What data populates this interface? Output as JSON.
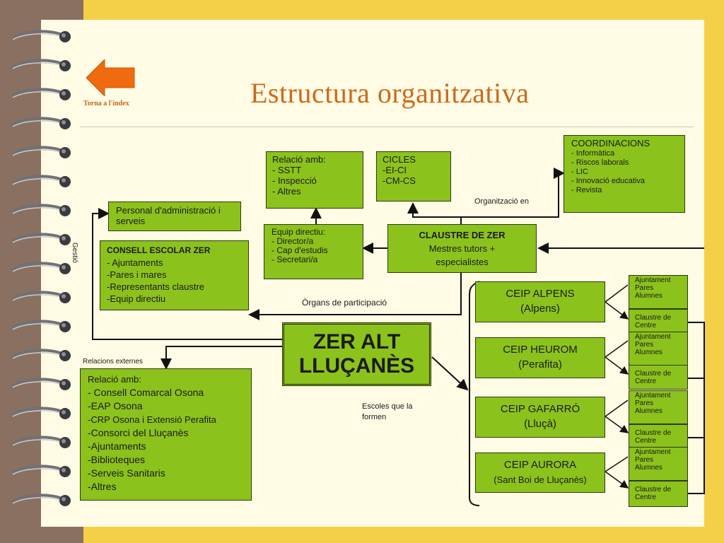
{
  "title": "Estructura organitzativa",
  "back_link": "Torna a l'índex",
  "back_arrow_icon": "left-arrow-icon",
  "colors": {
    "box": "#8bc21c",
    "title": "#cc6a1c",
    "paper": "#fffbe4",
    "band": "#f4cf48"
  },
  "relacio_top": {
    "lines": [
      "Relació amb:",
      "- SSTT",
      "- Inspecció",
      "- Altres"
    ]
  },
  "cicles": {
    "lines": [
      "CICLES",
      "-EI-CI",
      "-CM-CS"
    ]
  },
  "coordinacions": {
    "title": "COORDINACIONS",
    "items": [
      "- Informàtica",
      "- Riscos laborals",
      "- LIC",
      "- Innovació educativa",
      "- Revista"
    ]
  },
  "personal": {
    "lines": [
      "Personal d'administració  i",
      "serveis"
    ]
  },
  "equip_directiu": {
    "lines": [
      "Equip directiu:",
      "- Director/a",
      "- Cap d'estudis",
      "- Secretari/a"
    ]
  },
  "claustre_zer": {
    "title": "CLAUSTRE DE ZER",
    "lines": [
      "Mestres tutors +",
      "especialistes"
    ]
  },
  "consell_escolar": {
    "title": "CONSELL ESCOLAR ZER",
    "lines": [
      "- Ajuntaments",
      "-Pares i  mares",
      "-Representants claustre",
      "-Equip directiu"
    ]
  },
  "zer": {
    "line1": "ZER ALT",
    "line2": "LLUÇANÈS"
  },
  "relacio_externes": {
    "lines": [
      "Relació amb:",
      "- Consell Comarcal Osona",
      "-EAP Osona",
      "-CRP Osona i Extensió Perafita",
      "-Consorci del Lluçanès",
      "-Ajuntaments",
      "-Biblioteques",
      "-Serveis Sanitaris",
      "-Altres"
    ]
  },
  "schools": [
    {
      "name": "CEIP ALPENS",
      "place": "(Alpens)"
    },
    {
      "name": "CEIP HEUROM",
      "place": "(Perafita)"
    },
    {
      "name": "CEIP GAFARRÓ",
      "place": "(Lluçà)"
    },
    {
      "name": "CEIP AURORA",
      "place": "(Sant Boi de Lluçanès)"
    }
  ],
  "school_sub": {
    "ajuntament": [
      "Ajuntament",
      "Pares",
      "Alumnes"
    ],
    "claustre": [
      "Claustre de",
      "Centre"
    ]
  },
  "labels": {
    "organitzacio": "Organització en",
    "gestio": "Gestió",
    "organs": "Òrgans de participació",
    "relacions": "Relacions externes",
    "escoles": "Escoles que la\nformen"
  }
}
